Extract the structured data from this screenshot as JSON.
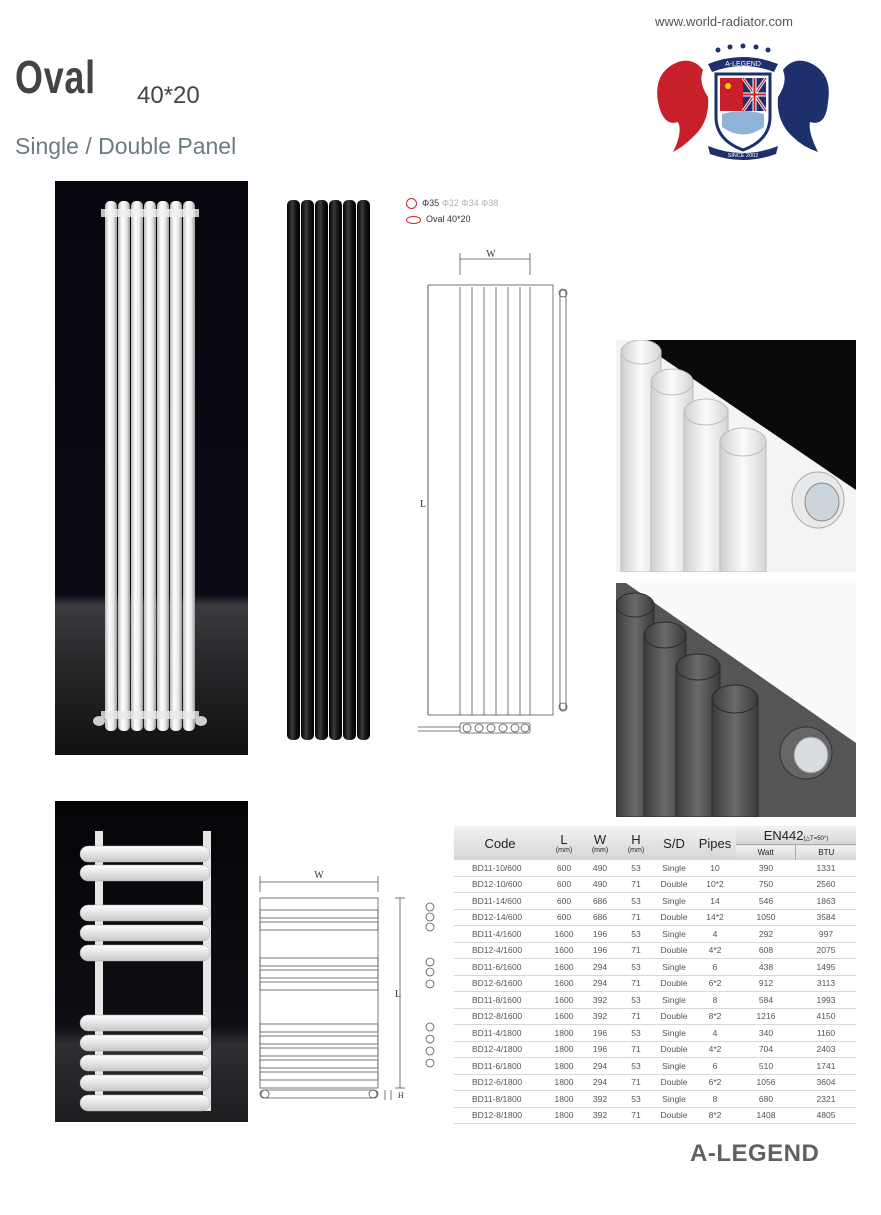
{
  "header": {
    "website": "www.world-radiator.com",
    "title": "Oval",
    "title_size": "40*20",
    "subtitle": "Single / Double Panel"
  },
  "logo": {
    "top_text": "A-LEGEND",
    "bottom_text": "SINCE 2002",
    "colors": {
      "red": "#c8202a",
      "navy": "#1e2f6e"
    }
  },
  "legend": {
    "sizes_selected": "Φ35",
    "sizes_other": "Φ32 Φ34 Φ38",
    "oval_label": "Oval 40*20"
  },
  "diagram_labels": {
    "width": "W",
    "length": "L",
    "height": "H"
  },
  "table": {
    "headers": {
      "code": "Code",
      "l": "L",
      "l_unit": "(mm)",
      "w": "W",
      "w_unit": "(mm)",
      "h": "H",
      "h_unit": "(mm)",
      "sd": "S/D",
      "pipes": "Pipes",
      "en442": "EN442",
      "en442_note": "(△T=50°)",
      "watt": "Watt",
      "btu": "BTU"
    },
    "rows": [
      {
        "code": "BD11-10/600",
        "l": "600",
        "w": "490",
        "h": "53",
        "sd": "Single",
        "pipes": "10",
        "watt": "390",
        "btu": "1331"
      },
      {
        "code": "BD12-10/600",
        "l": "600",
        "w": "490",
        "h": "71",
        "sd": "Double",
        "pipes": "10*2",
        "watt": "750",
        "btu": "2560"
      },
      {
        "code": "BD11-14/600",
        "l": "600",
        "w": "686",
        "h": "53",
        "sd": "Single",
        "pipes": "14",
        "watt": "546",
        "btu": "1863"
      },
      {
        "code": "BD12-14/600",
        "l": "600",
        "w": "686",
        "h": "71",
        "sd": "Double",
        "pipes": "14*2",
        "watt": "1050",
        "btu": "3584"
      },
      {
        "code": "BD11-4/1600",
        "l": "1600",
        "w": "196",
        "h": "53",
        "sd": "Single",
        "pipes": "4",
        "watt": "292",
        "btu": "997"
      },
      {
        "code": "BD12-4/1600",
        "l": "1600",
        "w": "196",
        "h": "71",
        "sd": "Double",
        "pipes": "4*2",
        "watt": "608",
        "btu": "2075"
      },
      {
        "code": "BD11-6/1600",
        "l": "1600",
        "w": "294",
        "h": "53",
        "sd": "Single",
        "pipes": "6",
        "watt": "438",
        "btu": "1495"
      },
      {
        "code": "BD12-6/1600",
        "l": "1600",
        "w": "294",
        "h": "71",
        "sd": "Double",
        "pipes": "6*2",
        "watt": "912",
        "btu": "3113"
      },
      {
        "code": "BD11-8/1600",
        "l": "1600",
        "w": "392",
        "h": "53",
        "sd": "Single",
        "pipes": "8",
        "watt": "584",
        "btu": "1993"
      },
      {
        "code": "BD12-8/1600",
        "l": "1600",
        "w": "392",
        "h": "71",
        "sd": "Double",
        "pipes": "8*2",
        "watt": "1216",
        "btu": "4150"
      },
      {
        "code": "BD11-4/1800",
        "l": "1800",
        "w": "196",
        "h": "53",
        "sd": "Single",
        "pipes": "4",
        "watt": "340",
        "btu": "1160"
      },
      {
        "code": "BD12-4/1800",
        "l": "1800",
        "w": "196",
        "h": "71",
        "sd": "Double",
        "pipes": "4*2",
        "watt": "704",
        "btu": "2403"
      },
      {
        "code": "BD11-6/1800",
        "l": "1800",
        "w": "294",
        "h": "53",
        "sd": "Single",
        "pipes": "6",
        "watt": "510",
        "btu": "1741"
      },
      {
        "code": "BD12-6/1800",
        "l": "1800",
        "w": "294",
        "h": "71",
        "sd": "Double",
        "pipes": "6*2",
        "watt": "1056",
        "btu": "3604"
      },
      {
        "code": "BD11-8/1800",
        "l": "1800",
        "w": "392",
        "h": "53",
        "sd": "Single",
        "pipes": "8",
        "watt": "680",
        "btu": "2321"
      },
      {
        "code": "BD12-8/1800",
        "l": "1800",
        "w": "392",
        "h": "71",
        "sd": "Double",
        "pipes": "8*2",
        "watt": "1408",
        "btu": "4805"
      }
    ]
  },
  "footer": {
    "brand": "A-LEGEND"
  }
}
